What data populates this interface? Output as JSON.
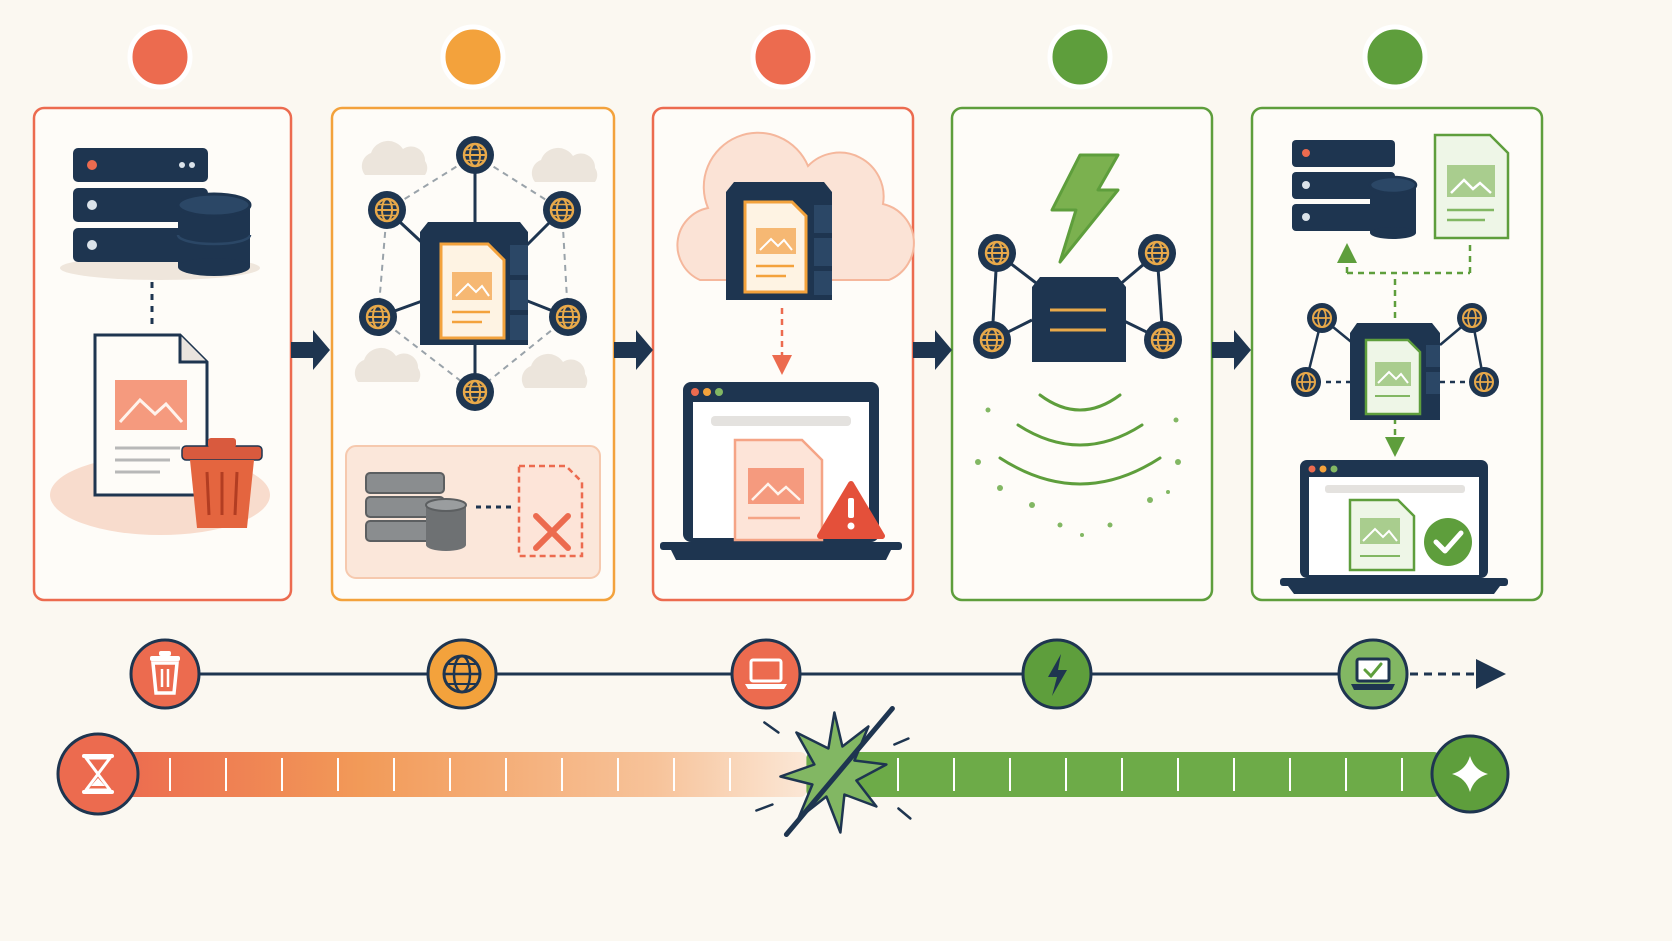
{
  "palette": {
    "background": "#fbf8f1",
    "red": "#ec6b4f",
    "orange": "#f3a23c",
    "green": "#5e9e3c",
    "green_light": "#82b763",
    "navy": "#1e3550",
    "gold": "#e8a94a",
    "peach": "#f6cdb8",
    "gray": "#8a8d8f"
  },
  "stages": [
    {
      "id": "origin-deleted",
      "status": "red",
      "icon": "trash-icon"
    },
    {
      "id": "cdn-cached",
      "status": "orange",
      "icon": "globe-icon"
    },
    {
      "id": "browser-stale",
      "status": "red",
      "icon": "laptop-icon"
    },
    {
      "id": "cache-purge",
      "status": "green",
      "icon": "lightning-icon"
    },
    {
      "id": "fresh-content",
      "status": "green",
      "icon": "laptop-check-icon"
    }
  ],
  "progress": {
    "start_icon": "hourglass-icon",
    "end_icon": "sparkle-icon",
    "break_fraction": 0.52
  }
}
